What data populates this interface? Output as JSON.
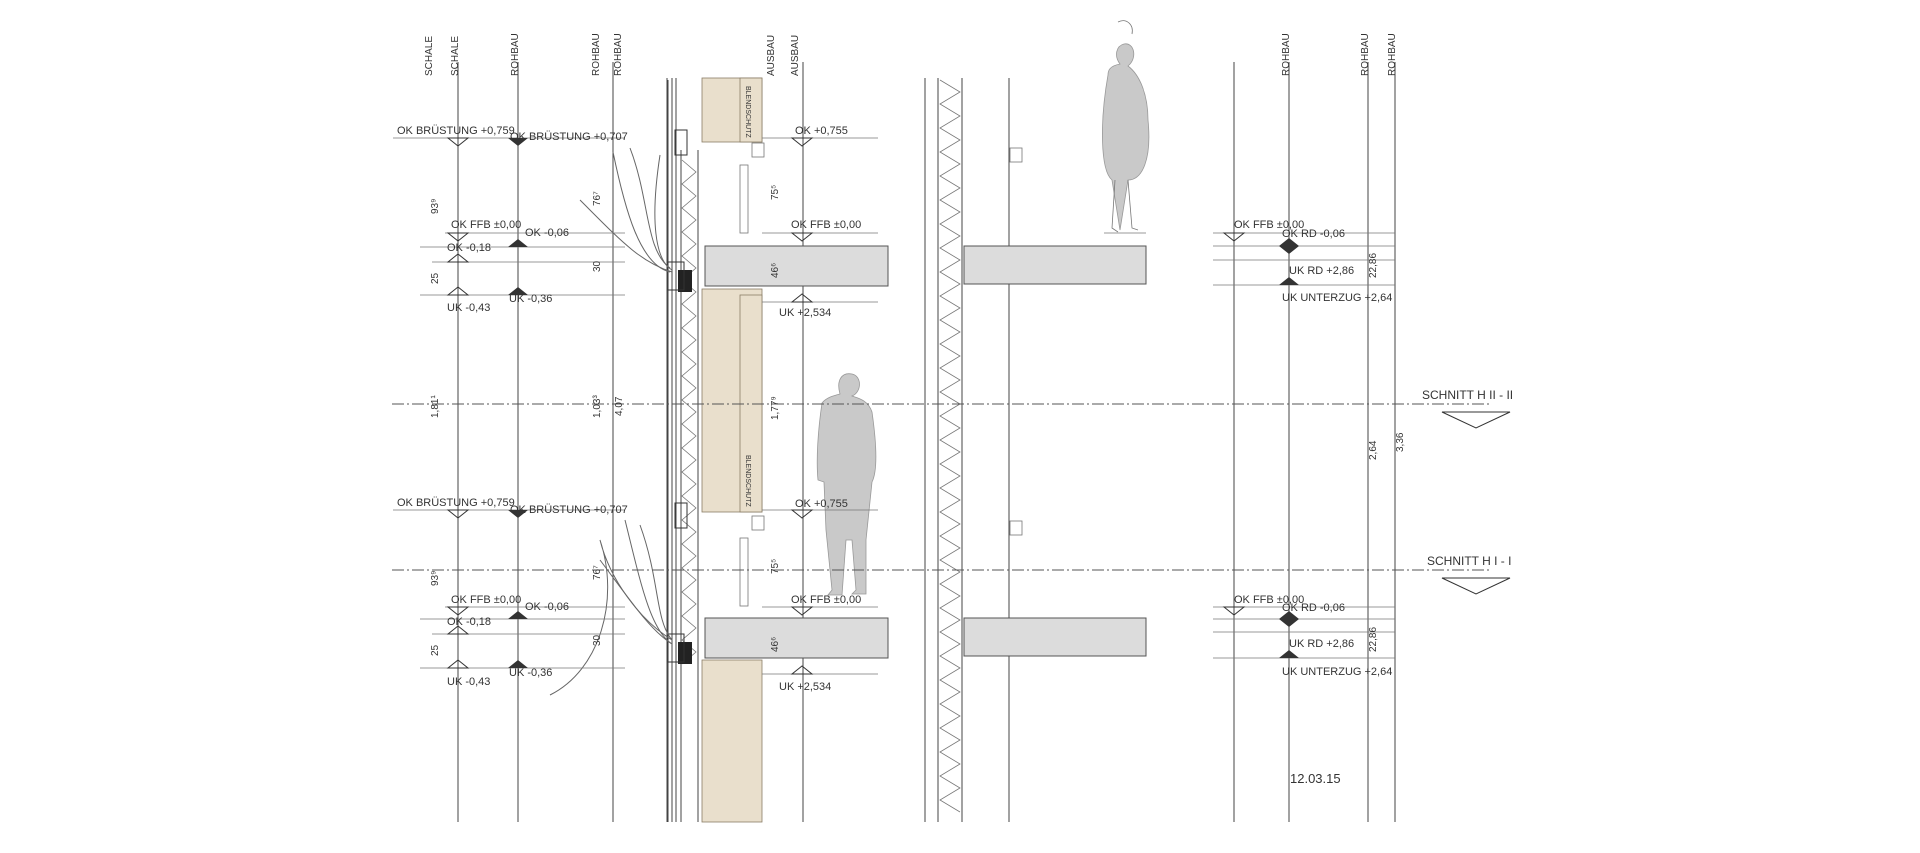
{
  "vertical_axes": [
    "SCHALE",
    "SCHALE",
    "ROHBAU",
    "ROHBAU",
    "ROHBAU",
    "AUSBAU",
    "AUSBAU",
    "ROHBAU",
    "ROHBAU",
    "ROHBAU"
  ],
  "panel_labels": [
    "BLENDSCHUTZ",
    "BLENDSCHUTZ"
  ],
  "levels_upper": {
    "ok_bruestung_schale": "OK BRÜSTUNG +0,759",
    "ok_bruestung_rohbau": "OK BRÜSTUNG +0,707",
    "ok_ausbau": "OK +0,755",
    "ok_ffb_left": "OK FFB ±0,00",
    "ok_rohbau": "OK -0,06",
    "ok_schale": "OK -0,18",
    "ok_ffb_mid": "OK FFB ±0,00",
    "uk_schale": "UK -0,43",
    "uk_rohbau": "UK -0,36",
    "uk_ausbau": "UK +2,534",
    "ok_ffb_right": "OK FFB ±0,00",
    "ok_rd": "OK RD -0,06",
    "uk_rd": "UK RD +2,86",
    "uk_unterzug": "UK UNTERZUG   +2,64"
  },
  "levels_lower": {
    "ok_bruestung_schale": "OK BRÜSTUNG +0,759",
    "ok_bruestung_rohbau": "OK BRÜSTUNG +0,707",
    "ok_ausbau": "OK +0,755",
    "ok_ffb_left": "OK FFB ±0,00",
    "ok_rohbau": "OK -0,06",
    "ok_schale": "OK -0,18",
    "ok_ffb_mid": "OK FFB ±0,00",
    "uk_schale": "UK -0,43",
    "uk_rohbau": "UK -0,36",
    "uk_ausbau": "UK +2,534",
    "ok_ffb_right": "OK FFB ±0,00",
    "ok_rd": "OK RD -0,06",
    "uk_rd": "UK RD +2,86",
    "uk_unterzug": "UK UNTERZUG   +2,64"
  },
  "dimensions": {
    "d93_9": "93⁹",
    "d25": "25",
    "d1_81_1": "1,81¹",
    "d76_7": "76⁷",
    "d30": "30",
    "d1_03_3": "1,03³",
    "d4_07": "4,07",
    "d75_5": "75⁵",
    "d46_6": "46⁶",
    "d1_77_9": "1,77⁹",
    "d22_86": "22,86",
    "d2_64": "2,64",
    "d3_36": "3,36"
  },
  "sections": {
    "upper": "SCHNITT  H II - II",
    "lower": "SCHNITT  H I - I"
  },
  "date": "12.03.15"
}
